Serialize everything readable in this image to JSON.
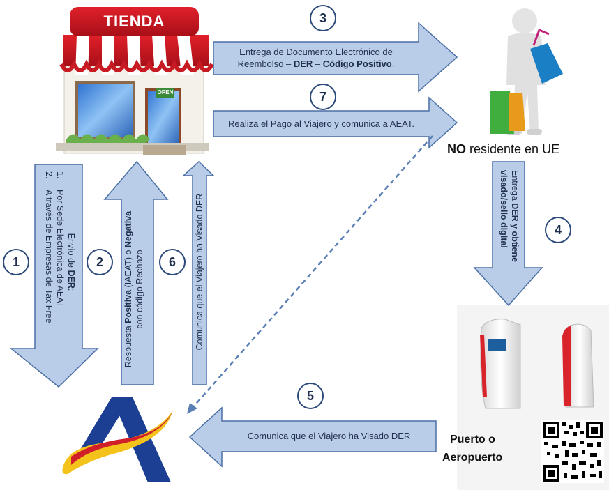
{
  "actors": {
    "shop_sign": "TIENDA",
    "shop_open_sign": "OPEN",
    "traveler_label_bold": "NO",
    "traveler_label_rest": " residente en UE",
    "port_label_line1": "Puerto o",
    "port_label_line2": "Aeropuerto"
  },
  "steps": [
    {
      "num": "3",
      "line1": "Entrega de Documento Electrónico de",
      "line2_plain": "Reembolso – ",
      "line2_bold1": "DER",
      "line2_mid": " – ",
      "line2_bold2": "Código Positivo",
      "line2_end": "."
    },
    {
      "num": "7",
      "text": "Realiza el Pago al Viajero y comunica a AEAT."
    },
    {
      "num": "1",
      "title_plain": "Envío de ",
      "title_bold": "DER",
      "title_end": ":",
      "item1_num": "1.",
      "item1": "Por Sede Electrónica de AEAT",
      "item2_num": "2.",
      "item2": "A través de Empresas de Tax Free"
    },
    {
      "num": "2",
      "line1_plain": "Respuesta ",
      "line1_bold1": "Positiva",
      "line1_mid": " (IAEAT) o ",
      "line1_bold2": "Negativa",
      "line2": "con código Rechazo"
    },
    {
      "num": "6",
      "text": "Comunica que el Viajero ha Visado DER"
    },
    {
      "num": "4",
      "line1": "Entrega ",
      "line1_bold": "DER y obtiene",
      "line2_bold": "visado/sello digital"
    },
    {
      "num": "5",
      "text": "Comunica que el Viajero ha Visado DER"
    }
  ],
  "colors": {
    "arrow_fill": "#b9cde8",
    "arrow_stroke": "#4a6fa5",
    "circle_border": "#2b4a7a",
    "dashed": "#5a7fb5"
  }
}
